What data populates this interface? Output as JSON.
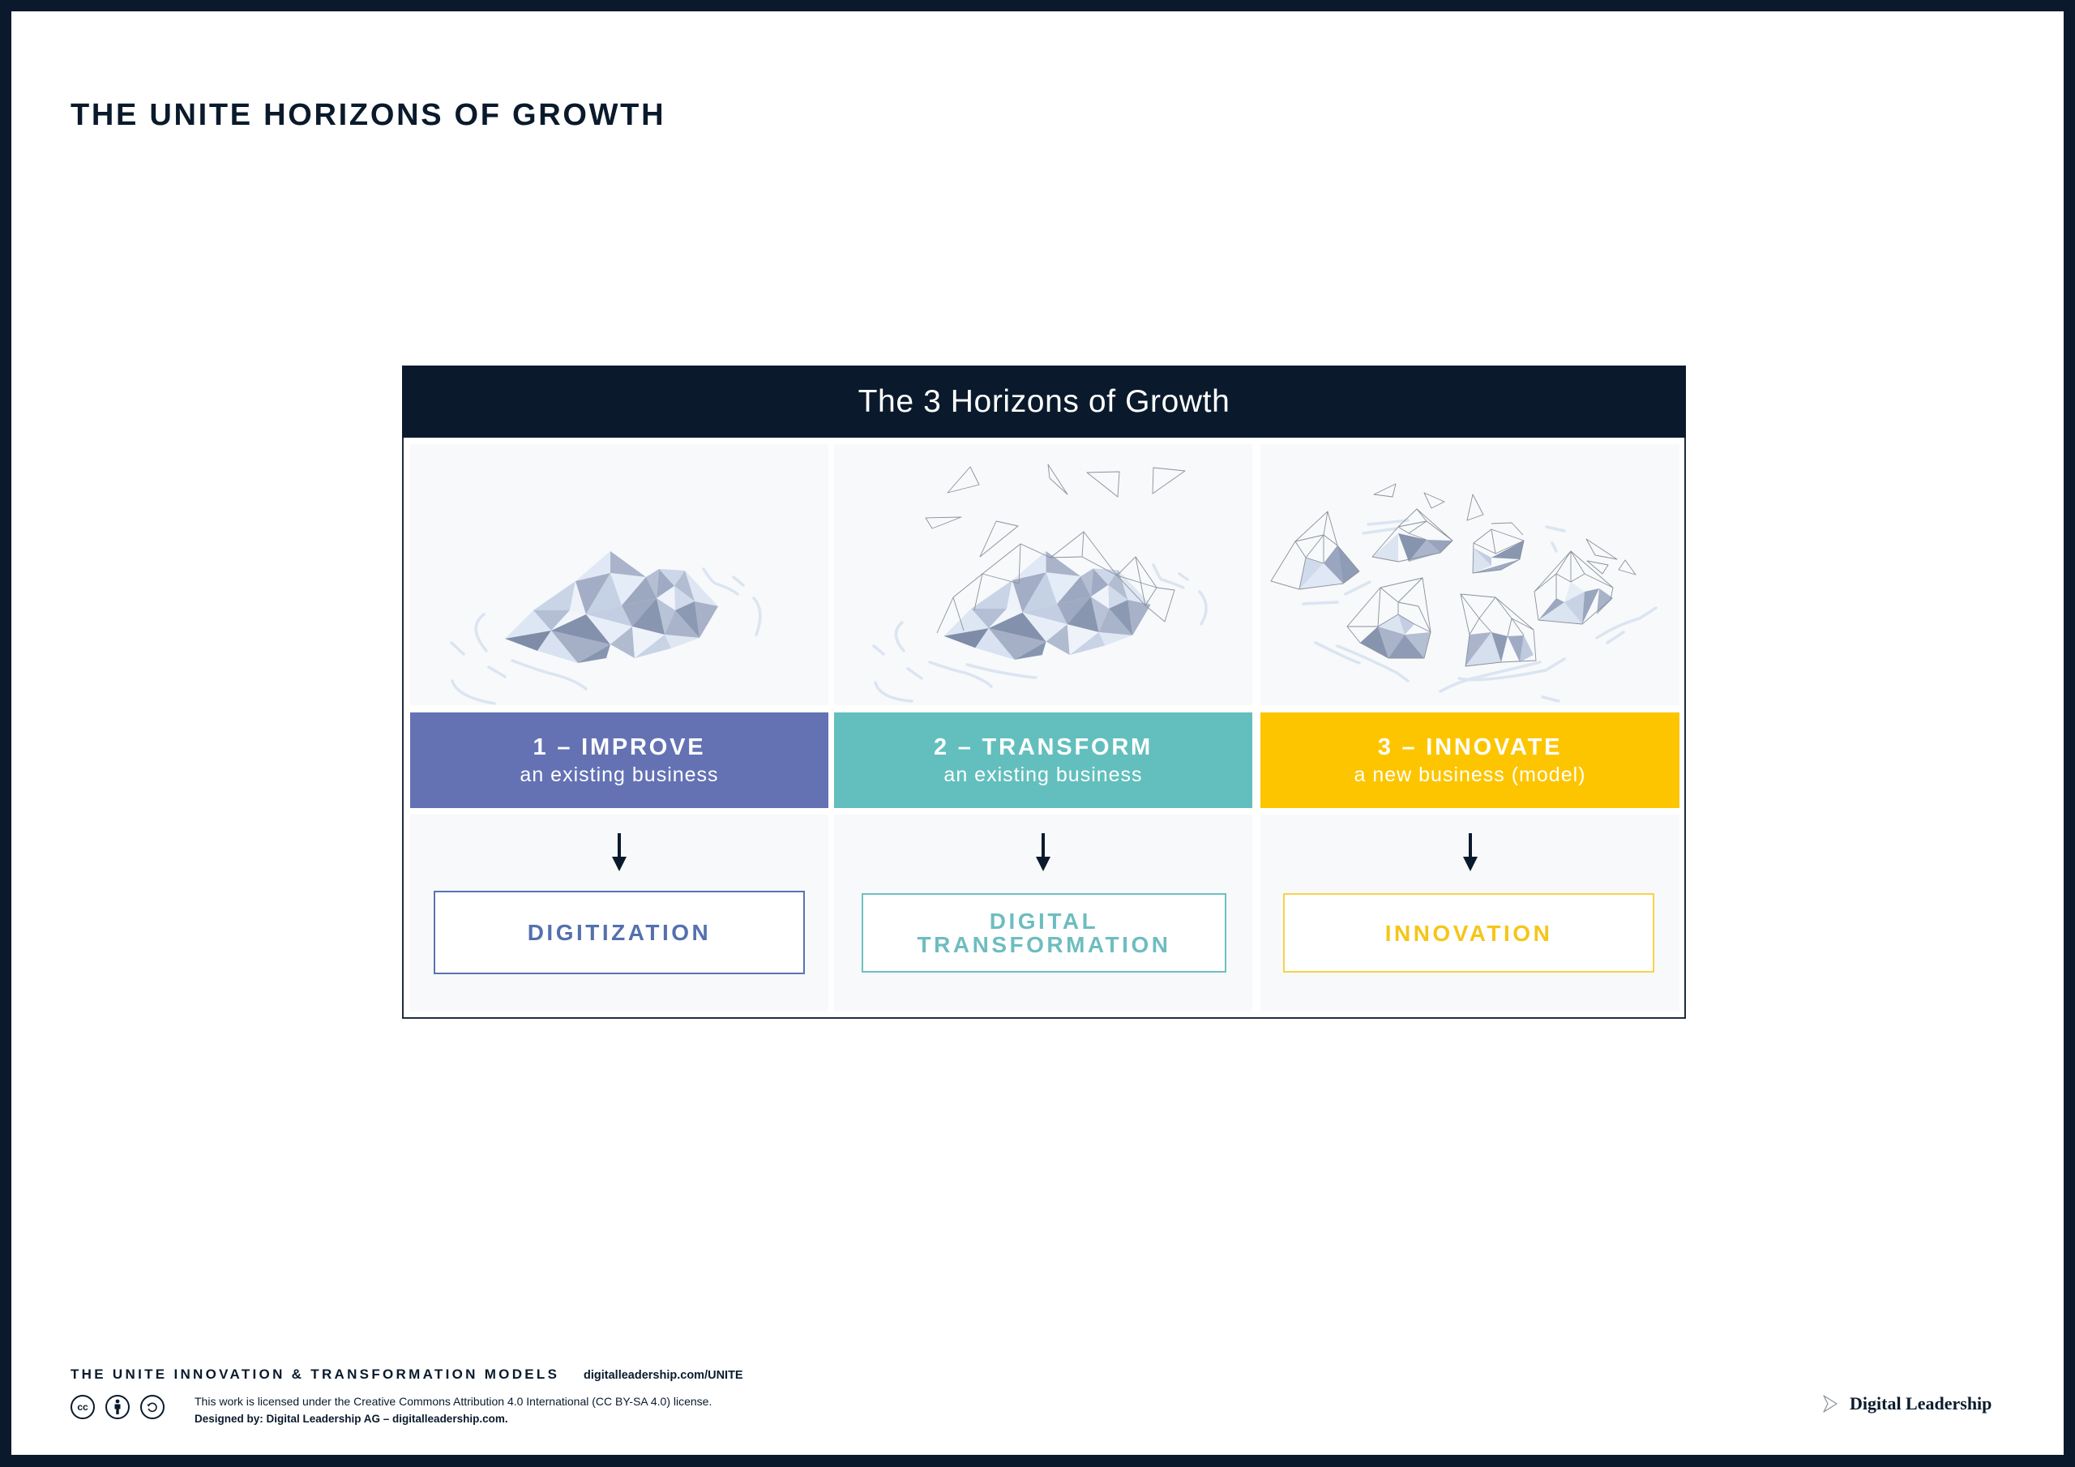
{
  "page": {
    "title": "THE UNITE HORIZONS OF GROWTH"
  },
  "diagram": {
    "title": "The 3 Horizons of Growth",
    "horizons": [
      {
        "title": "1 – IMPROVE",
        "subtitle": "an existing business",
        "illustration": "single-low-poly-iceberg",
        "arrow_icon": "arrow-down-icon",
        "outcome_lines": [
          "DIGITIZATION"
        ],
        "band_color": "#6472b4",
        "outcome_color": "#5470ad"
      },
      {
        "title": "2 – TRANSFORM",
        "subtitle": "an existing business",
        "illustration": "iceberg-with-wireframe-fragments",
        "arrow_icon": "arrow-down-icon",
        "outcome_lines": [
          "DIGITAL",
          "TRANSFORMATION"
        ],
        "band_color": "#62bfbd",
        "outcome_color": "#6ebdbf"
      },
      {
        "title": "3 – INNOVATE",
        "subtitle": "a new business (model)",
        "illustration": "multiple-small-wireframe-icebergs",
        "arrow_icon": "arrow-down-icon",
        "outcome_lines": [
          "INNOVATION"
        ],
        "band_color": "#fdc500",
        "outcome_color": "#f5c518"
      }
    ],
    "header_color": "#0a1a2c"
  },
  "footer": {
    "heading": "THE UNITE INNOVATION & TRANSFORMATION MODELS",
    "url": "digitalleadership.com/UNITE",
    "license_line": "This work is licensed under the Creative Commons Attribution 4.0 International (CC BY-SA 4.0) license.",
    "designed_by": "Designed by: Digital Leadership AG – digitalleadership.com.",
    "cc_icons": [
      "cc-icon",
      "by-attribution-icon",
      "share-alike-icon"
    ],
    "cc_label": "cc"
  },
  "logo": {
    "text": "Digital Leadership",
    "icon": "chevron-right-icon"
  },
  "colors": {
    "frame_dark": "#0a1a2c",
    "improve": "#6472b4",
    "transform": "#62bfbd",
    "innovate": "#fdc500"
  }
}
